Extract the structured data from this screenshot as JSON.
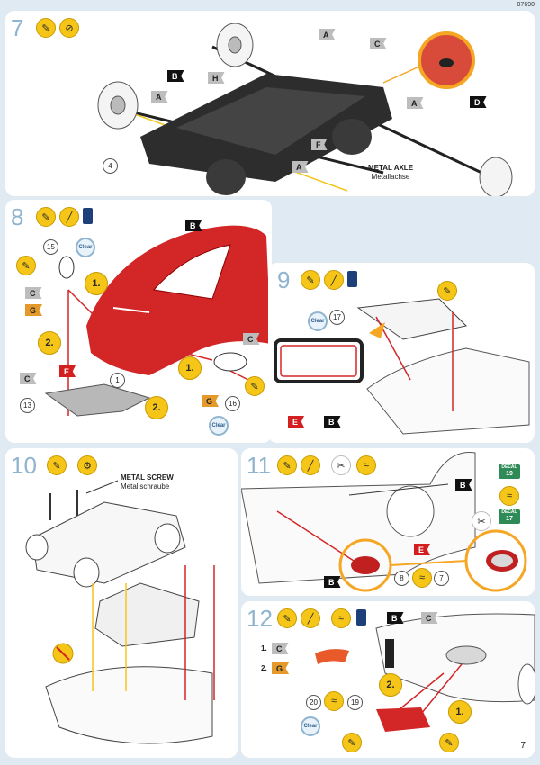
{
  "header": {
    "code": "07690"
  },
  "footer": {
    "page_number": "7"
  },
  "step7": {
    "number": "7",
    "metal_axle": "METAL AXLE",
    "metal_axle_de": "Metallachse",
    "flags": {
      "a1": "A",
      "a2": "A",
      "a3": "A",
      "a4": "A",
      "b": "B",
      "h": "H",
      "c": "C",
      "d": "D",
      "f": "F"
    },
    "part": "4"
  },
  "step8": {
    "number": "8",
    "clear_label": "Clear",
    "flags": {
      "b": "B",
      "c1": "C",
      "c2": "C",
      "c3": "C",
      "g1": "G",
      "g2": "G",
      "e": "E"
    },
    "parts": {
      "p15": "15",
      "p1": "1",
      "p13": "13",
      "p16": "16"
    },
    "seq": {
      "s1a": "1.",
      "s2a": "2.",
      "s1b": "1.",
      "s2b": "2."
    }
  },
  "step9": {
    "number": "9",
    "clear_label": "Clear",
    "flags": {
      "e": "E",
      "b": "B"
    },
    "parts": {
      "p17": "17"
    }
  },
  "step10": {
    "number": "10",
    "metal_screw": "METAL SCREW",
    "metal_screw_de": "Metallschraube"
  },
  "step11": {
    "number": "11",
    "flags": {
      "b1": "B",
      "b2": "B",
      "e": "E"
    },
    "parts": {
      "p8": "8",
      "p7": "7"
    },
    "decal19": {
      "label": "DECAL",
      "num": "19"
    },
    "decal17": {
      "label": "DECAL",
      "num": "17"
    }
  },
  "step12": {
    "number": "12",
    "clear_label": "Clear",
    "flags": {
      "b": "B",
      "c1": "C",
      "c2": "C",
      "g": "G"
    },
    "parts": {
      "p20": "20",
      "p19": "19"
    },
    "seq": {
      "s1": "1.",
      "s2": "2.",
      "s2b": "2.",
      "s1b": "1."
    }
  },
  "colors": {
    "panel_bg": "#ffffff",
    "page_bg": "#dfeaf3",
    "car_red": "#d32626",
    "icon_yellow": "#f5c518",
    "accent_blue": "#8fb4cf"
  }
}
